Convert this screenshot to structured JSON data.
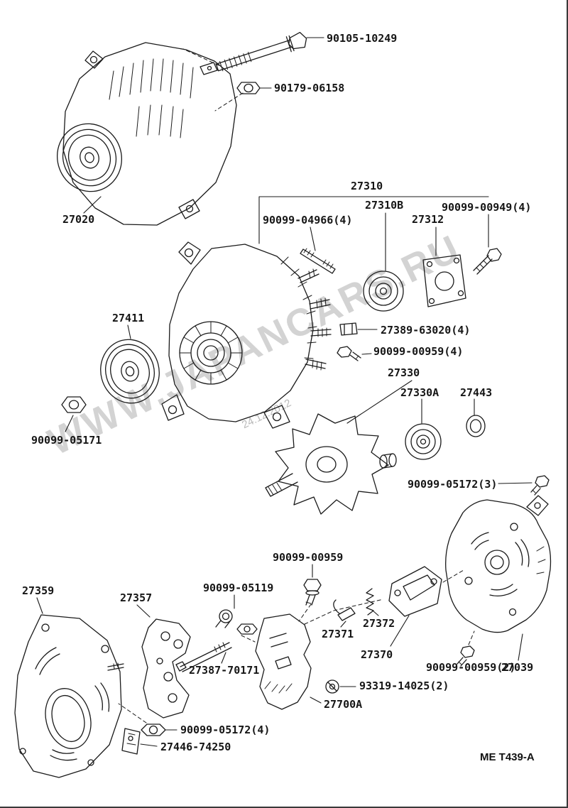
{
  "watermark": {
    "site": "WWW.JAPANCARS.RU",
    "date": "24.12.2012"
  },
  "footer": {
    "code": "ME T439-A"
  },
  "labels": [
    {
      "text": "90105-10249"
    },
    {
      "text": "90179-06158"
    },
    {
      "text": "27020"
    },
    {
      "text": "27310"
    },
    {
      "text": "27310B"
    },
    {
      "text": "90099-00949(4)"
    },
    {
      "text": "90099-04966(4)"
    },
    {
      "text": "27312"
    },
    {
      "text": "27411"
    },
    {
      "text": "27389-63020(4)"
    },
    {
      "text": "90099-00959(4)"
    },
    {
      "text": "27330"
    },
    {
      "text": "27330A"
    },
    {
      "text": "27443"
    },
    {
      "text": "90099-05171"
    },
    {
      "text": "90099-05172(3)"
    },
    {
      "text": "90099-00959"
    },
    {
      "text": "27359"
    },
    {
      "text": "27357"
    },
    {
      "text": "90099-05119"
    },
    {
      "text": "27371"
    },
    {
      "text": "27372"
    },
    {
      "text": "27370"
    },
    {
      "text": "27039"
    },
    {
      "text": "27387-70171"
    },
    {
      "text": "90099-00959(2)"
    },
    {
      "text": "93319-14025(2)"
    },
    {
      "text": "27700A"
    },
    {
      "text": "90099-05172(4)"
    },
    {
      "text": "27446-74250"
    }
  ],
  "colors": {
    "ink": "#1a1a1a",
    "paper": "#ffffff"
  }
}
